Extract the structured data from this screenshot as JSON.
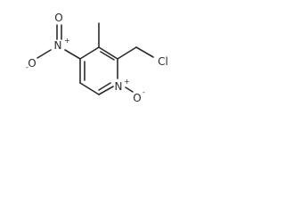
{
  "molecule": {
    "atoms": {
      "nitro_o_left": "O",
      "nitro_o_left_charge": "-",
      "nitro_n": "N",
      "nitro_n_charge": "+",
      "nitro_o_top": "O",
      "chlorine": "Cl",
      "ring_n": "N",
      "ring_n_charge": "+",
      "n_oxide_o": "O",
      "n_oxide_o_charge": "-"
    }
  }
}
